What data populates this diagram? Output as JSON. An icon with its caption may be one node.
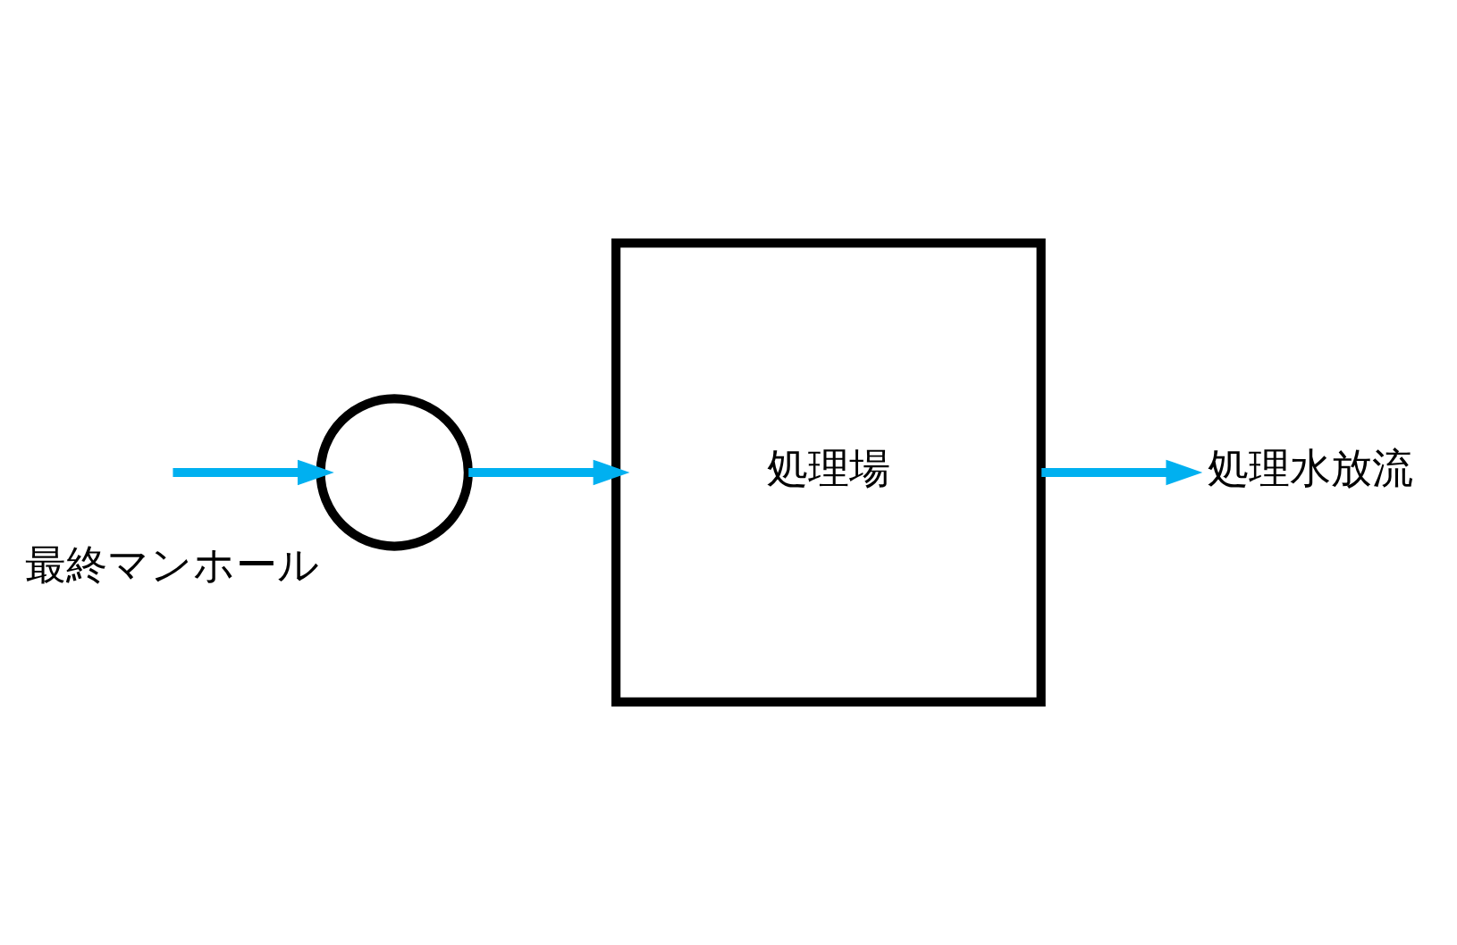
{
  "diagram": {
    "nodes": [
      {
        "text": [
          "処理場"
        ]
      },
      {
        "text": [],
        "shape": "circle",
        "beside": [
          "最終マンホール"
        ]
      },
      {
        "text": [
          "処理水放流"
        ]
      }
    ],
    "edges": [
      {
        "from": null,
        "to": 1,
        "arrow": "to"
      },
      {
        "from": 1,
        "to": 0,
        "arrow": "to"
      },
      {
        "from": 0,
        "to": 2,
        "arrow": "to"
      }
    ]
  }
}
